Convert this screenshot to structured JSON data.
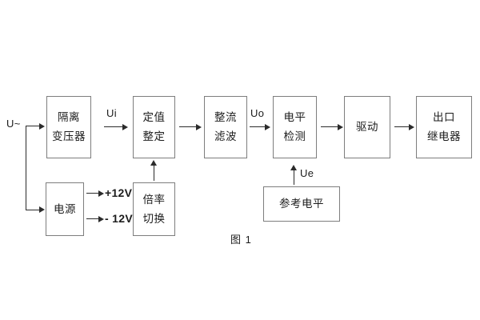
{
  "diagram": {
    "caption": "图 1",
    "blocks": [
      {
        "id": "isolation-transformer",
        "line1": "隔离",
        "line2": "变压器"
      },
      {
        "id": "setting-value",
        "line1": "定值",
        "line2": "整定"
      },
      {
        "id": "rectifier-filter",
        "line1": "整流",
        "line2": "滤波"
      },
      {
        "id": "level-detection",
        "line1": "电平",
        "line2": "检测"
      },
      {
        "id": "driver",
        "line1": "驱动",
        "line2": ""
      },
      {
        "id": "output-relay",
        "line1": "出口",
        "line2": "继电器"
      },
      {
        "id": "power-supply",
        "line1": "电源",
        "line2": ""
      },
      {
        "id": "multiplier-switch",
        "line1": "倍率",
        "line2": "切换"
      },
      {
        "id": "reference-level",
        "line1": "参考电平",
        "line2": ""
      }
    ],
    "signals": {
      "input_source": "U~",
      "ui": "Ui",
      "uo": "Uo",
      "ue": "Ue",
      "rail_positive": "+12V",
      "rail_negative": "- 12V"
    }
  }
}
